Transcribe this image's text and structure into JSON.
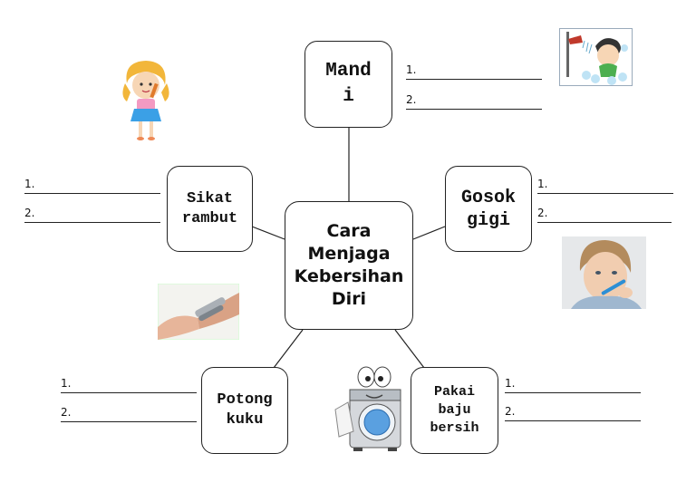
{
  "center": {
    "label": "Cara\nMenjaga\nKebersihan\nDiri"
  },
  "branches": {
    "mandi": {
      "label": "Mand\ni",
      "lines": [
        "1.",
        "2."
      ]
    },
    "sikat": {
      "label": "Sikat\nrambut",
      "lines": [
        "1.",
        "2."
      ]
    },
    "gosok": {
      "label": "Gosok\ngigi",
      "lines": [
        "1.",
        "2."
      ]
    },
    "potong": {
      "label": "Potong\nkuku",
      "lines": [
        "1.",
        "2."
      ]
    },
    "pakai": {
      "label": "Pakai\nbaju\nbersih",
      "lines": [
        "1.",
        "2."
      ]
    }
  },
  "colors": {
    "border": "#222222",
    "line": "#222222"
  },
  "icons": [
    "girl-brushing-hair-icon",
    "boy-showering-icon",
    "child-brushing-teeth-icon",
    "nail-clipper-icon",
    "washing-machine-mascot-icon"
  ]
}
